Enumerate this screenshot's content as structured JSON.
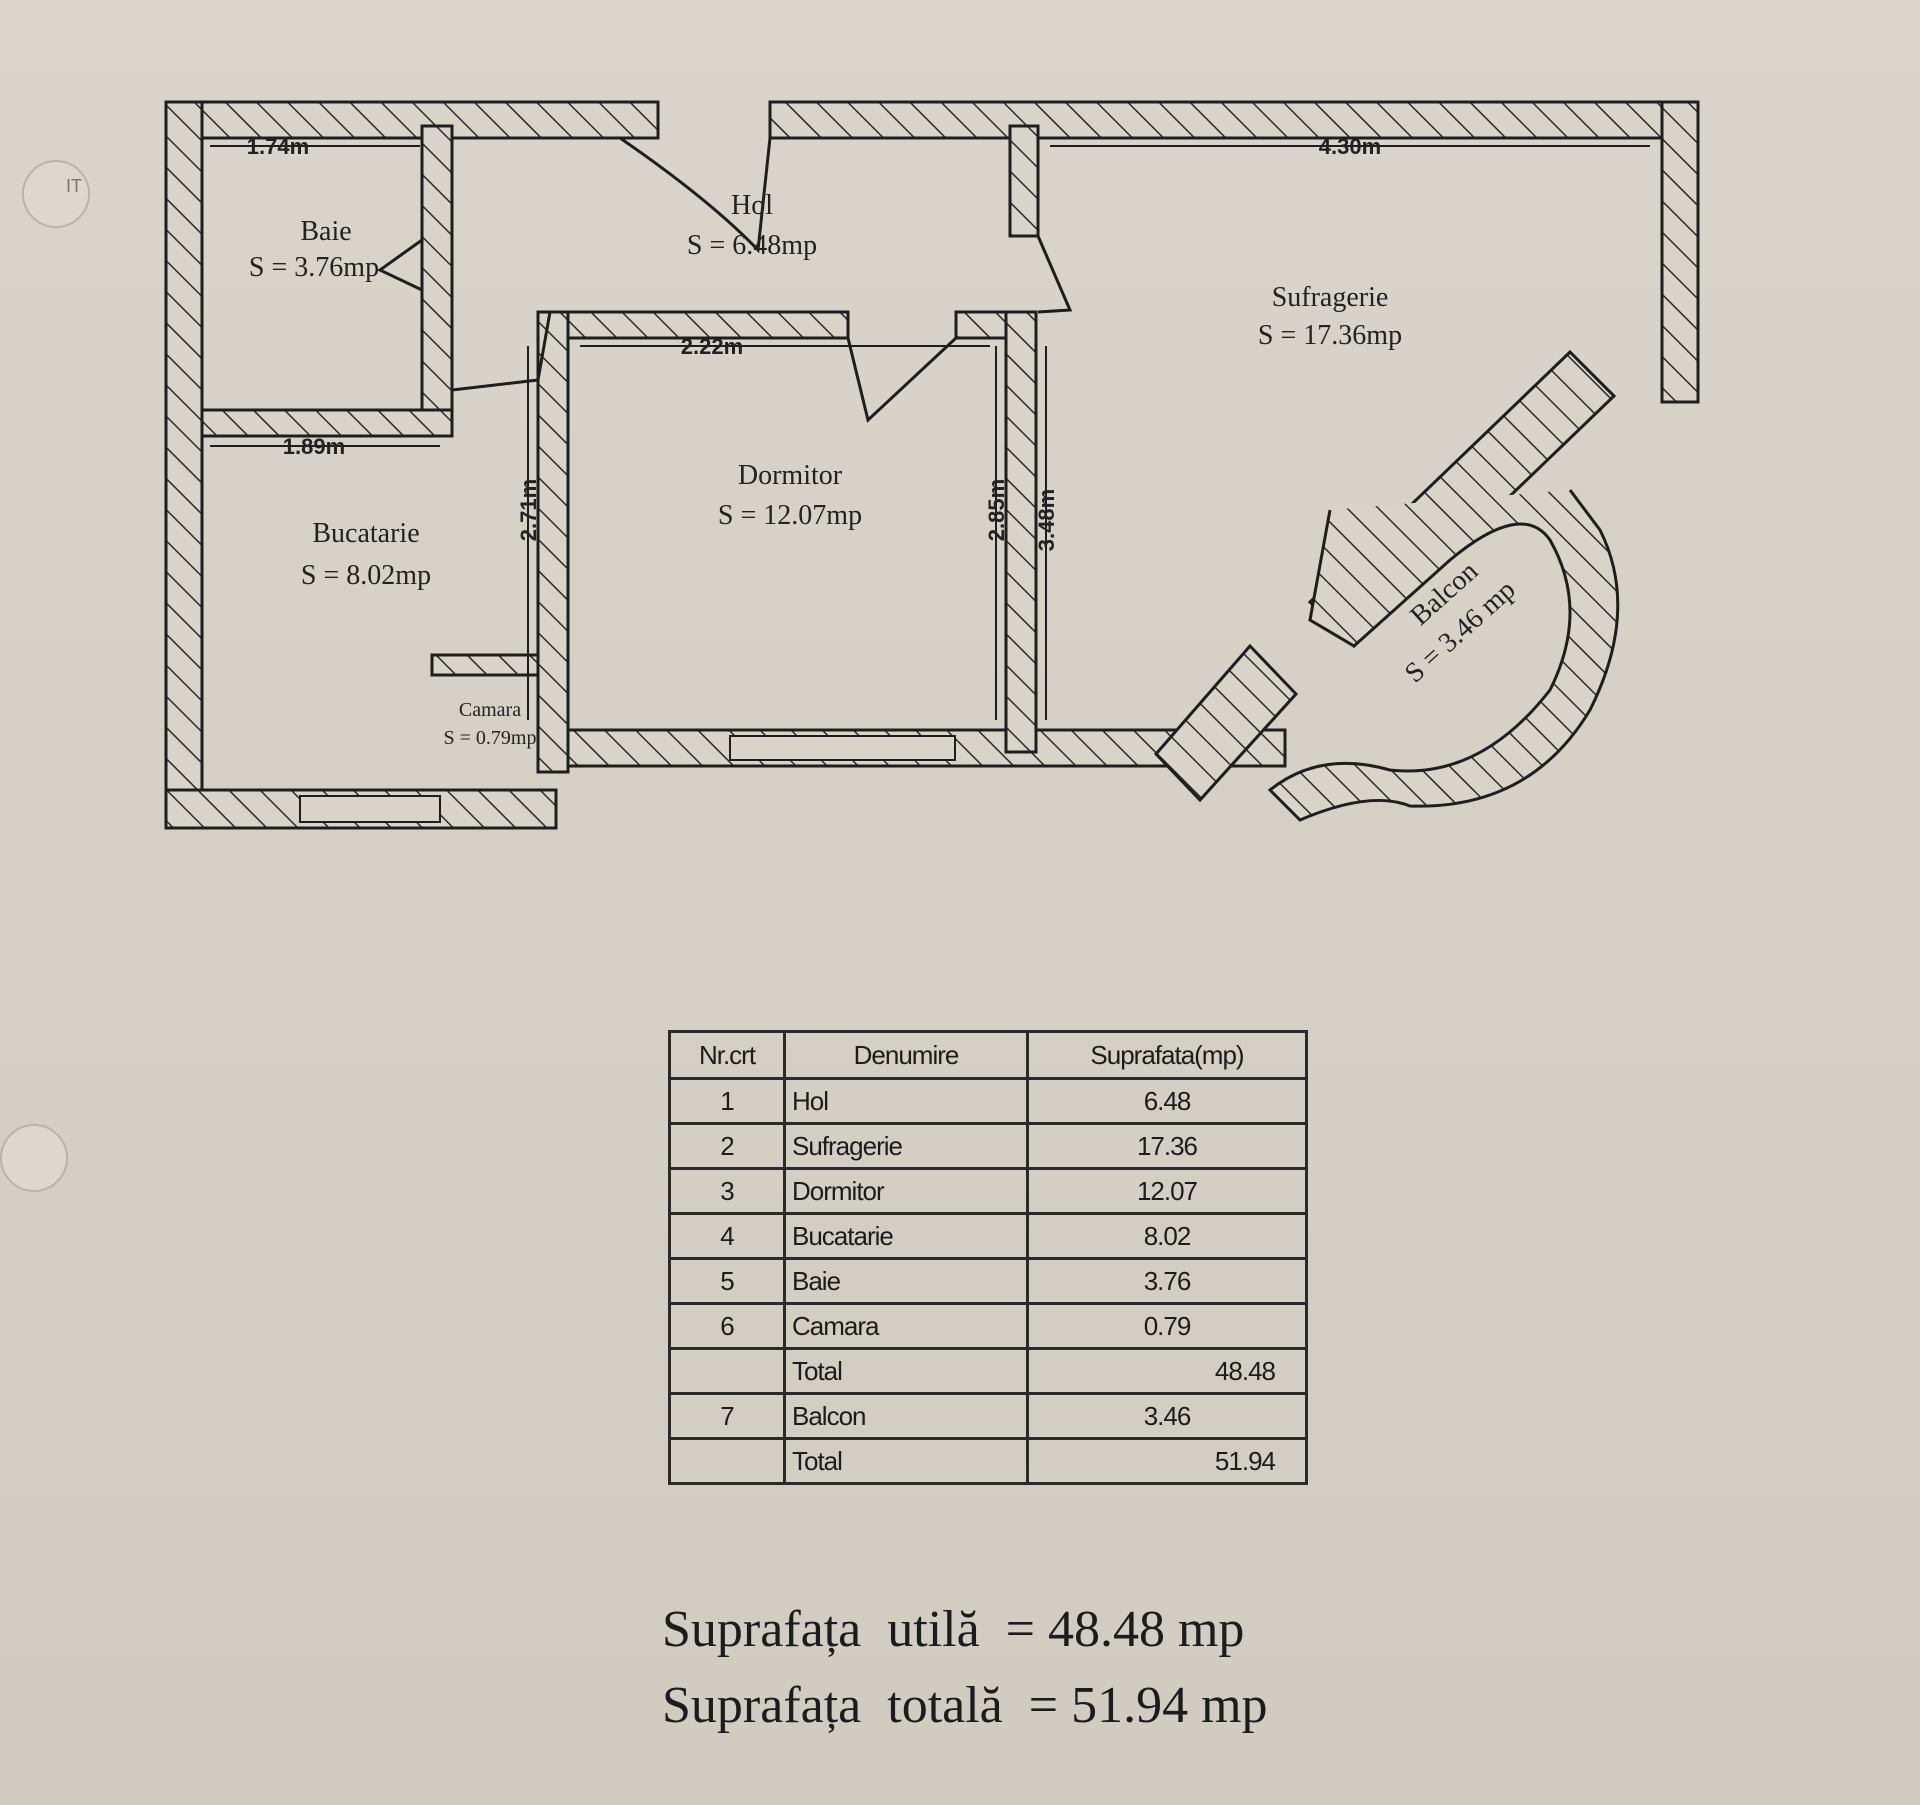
{
  "page": {
    "corner_mark": "IT"
  },
  "plan": {
    "rooms": [
      {
        "name": "Baie",
        "area": "S = 3.76mp"
      },
      {
        "name": "Hol",
        "area": "S = 6.48mp"
      },
      {
        "name": "Sufragerie",
        "area": "S = 17.36mp"
      },
      {
        "name": "Dormitor",
        "area": "S = 12.07mp"
      },
      {
        "name": "Bucatarie",
        "area": "S = 8.02mp"
      },
      {
        "name": "Camara",
        "area": "S = 0.79mp"
      },
      {
        "name": "Balcon",
        "area": "S = 3.46 mp"
      }
    ],
    "dimensions": [
      "1.74m",
      "4.30m",
      "2.22m",
      "1.89m",
      "2.71m",
      "2.85m",
      "3.48m"
    ]
  },
  "table": {
    "headers": [
      "Nr.crt",
      "Denumire",
      "Suprafata(mp)"
    ],
    "rows": [
      {
        "nr": "1",
        "name": "Hol",
        "value": "6.48"
      },
      {
        "nr": "2",
        "name": "Sufragerie",
        "value": "17.36"
      },
      {
        "nr": "3",
        "name": "Dormitor",
        "value": "12.07"
      },
      {
        "nr": "4",
        "name": "Bucatarie",
        "value": "8.02"
      },
      {
        "nr": "5",
        "name": "Baie",
        "value": "3.76"
      },
      {
        "nr": "6",
        "name": "Camara",
        "value": "0.79"
      },
      {
        "nr": "",
        "name": "Total",
        "value": "48.48"
      },
      {
        "nr": "7",
        "name": "Balcon",
        "value": "3.46"
      },
      {
        "nr": "",
        "name": "Total",
        "value": "51.94"
      }
    ]
  },
  "summary": {
    "utila": "Suprafața  utilă  = 48.48 mp",
    "totala": "Suprafața  totală  = 51.94 mp"
  }
}
